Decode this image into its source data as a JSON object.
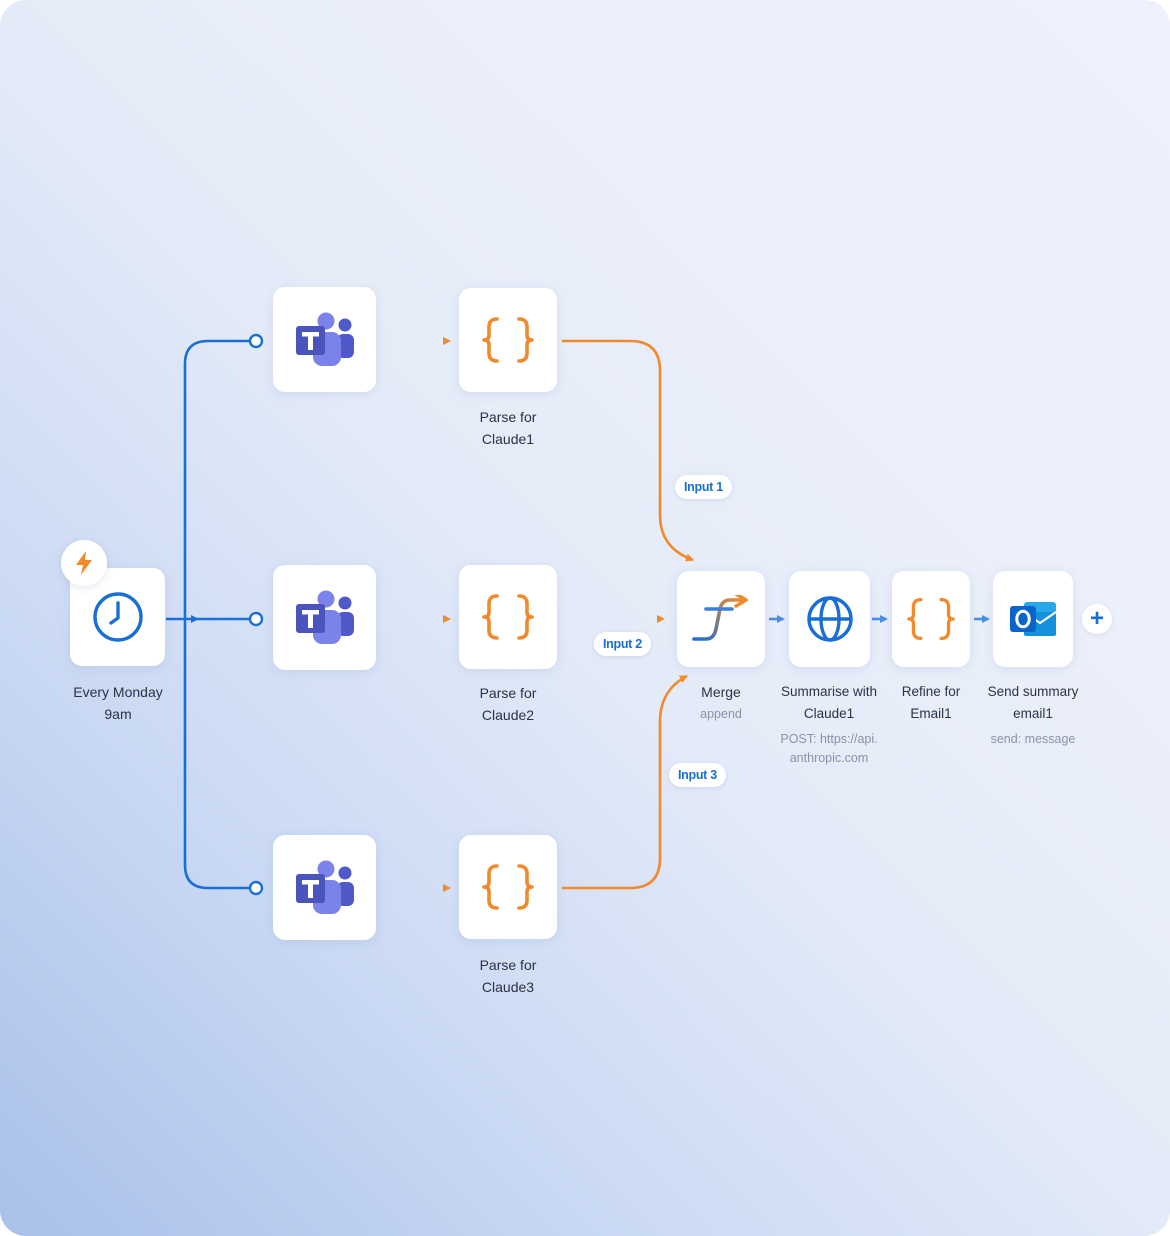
{
  "colors": {
    "blue_wire": "#1a6fd6",
    "orange_wire": "#f08a2c",
    "teams_purple": "#5059c9",
    "outlook_blue": "#0a64c9"
  },
  "nodes": {
    "trigger": {
      "icon": "clock-icon",
      "badge_icon": "lightning-icon",
      "label_line1": "Every Monday",
      "label_line2": "9am"
    },
    "teams_1": {
      "icon": "microsoft-teams-icon"
    },
    "teams_2": {
      "icon": "microsoft-teams-icon"
    },
    "teams_3": {
      "icon": "microsoft-teams-icon"
    },
    "parse_1": {
      "icon": "curly-braces-icon",
      "label_line1": "Parse for",
      "label_line2": "Claude1"
    },
    "parse_2": {
      "icon": "curly-braces-icon",
      "label_line1": "Parse for",
      "label_line2": "Claude2"
    },
    "parse_3": {
      "icon": "curly-braces-icon",
      "label_line1": "Parse for",
      "label_line2": "Claude3"
    },
    "merge": {
      "icon": "merge-icon",
      "label": "Merge",
      "sub": "append"
    },
    "summarise": {
      "icon": "globe-icon",
      "label_line1": "Summarise with",
      "label_line2": "Claude1",
      "sub_line1": "POST: https://api.",
      "sub_line2": "anthropic.com"
    },
    "refine": {
      "icon": "curly-braces-icon",
      "label_line1": "Refine for",
      "label_line2": "Email1"
    },
    "send": {
      "icon": "outlook-icon",
      "label_line1": "Send summary",
      "label_line2": "email1",
      "sub": "send: message"
    }
  },
  "edge_labels": {
    "input1": "Input 1",
    "input2": "Input 2",
    "input3": "Input 3"
  },
  "add_button": {
    "icon": "plus-icon",
    "label": "+"
  }
}
